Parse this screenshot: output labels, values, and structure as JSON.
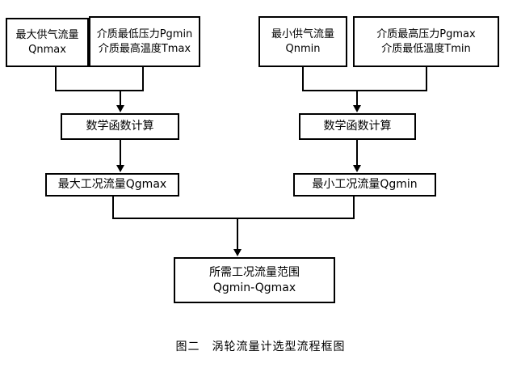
{
  "figure": {
    "caption": "图二　涡轮流量计选型流程框图",
    "stroke_color": "#000000",
    "background_color": "#ffffff"
  },
  "nodes": {
    "max_supply_flow": {
      "line1": "最大供气流量",
      "line2": "Qnmax"
    },
    "medium_min_pressure_max_temp": {
      "line1": "介质最低压力Pgmin",
      "line2": "介质最高温度Tmax"
    },
    "min_supply_flow": {
      "line1": "最小供气流量",
      "line2": "Qnmin"
    },
    "medium_max_pressure_min_temp": {
      "line1": "介质最高压力Pgmax",
      "line2": "介质最低温度Tmin"
    },
    "math_calc_left": {
      "line1": "数学函数计算"
    },
    "math_calc_right": {
      "line1": "数学函数计算"
    },
    "max_working_flow": {
      "line1": "最大工况流量Qgmax"
    },
    "min_working_flow": {
      "line1": "最小工况流量Qgmin"
    },
    "required_range": {
      "line1": "所需工况流量范围",
      "line2": "Qgmin-Qgmax"
    }
  }
}
